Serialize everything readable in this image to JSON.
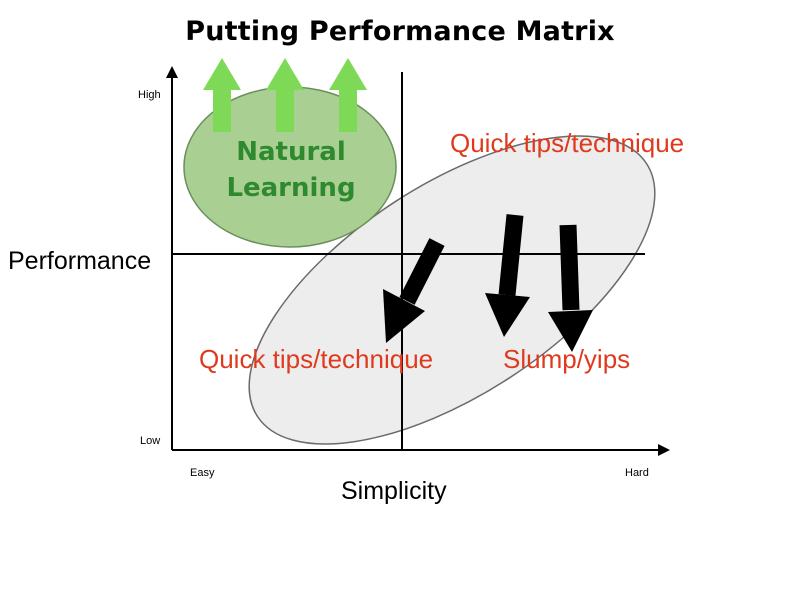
{
  "title": "Putting Performance Matrix",
  "y_axis": {
    "label": "Performance",
    "high": "High",
    "low": "Low"
  },
  "x_axis": {
    "label": "Simplicity",
    "easy": "Easy",
    "hard": "Hard"
  },
  "natural_learning": {
    "line1": "Natural",
    "line2": "Learning"
  },
  "labels": {
    "quick_tips_top": "Quick tips/technique",
    "quick_tips_bottom": "Quick tips/technique",
    "slump": "Slump/yips"
  },
  "colors": {
    "green_fill": "#a9cf93",
    "green_text": "#2f8a2f",
    "green_arrow": "#7ed957",
    "gray_fill": "#ededed",
    "red_text": "#e03a1e"
  }
}
